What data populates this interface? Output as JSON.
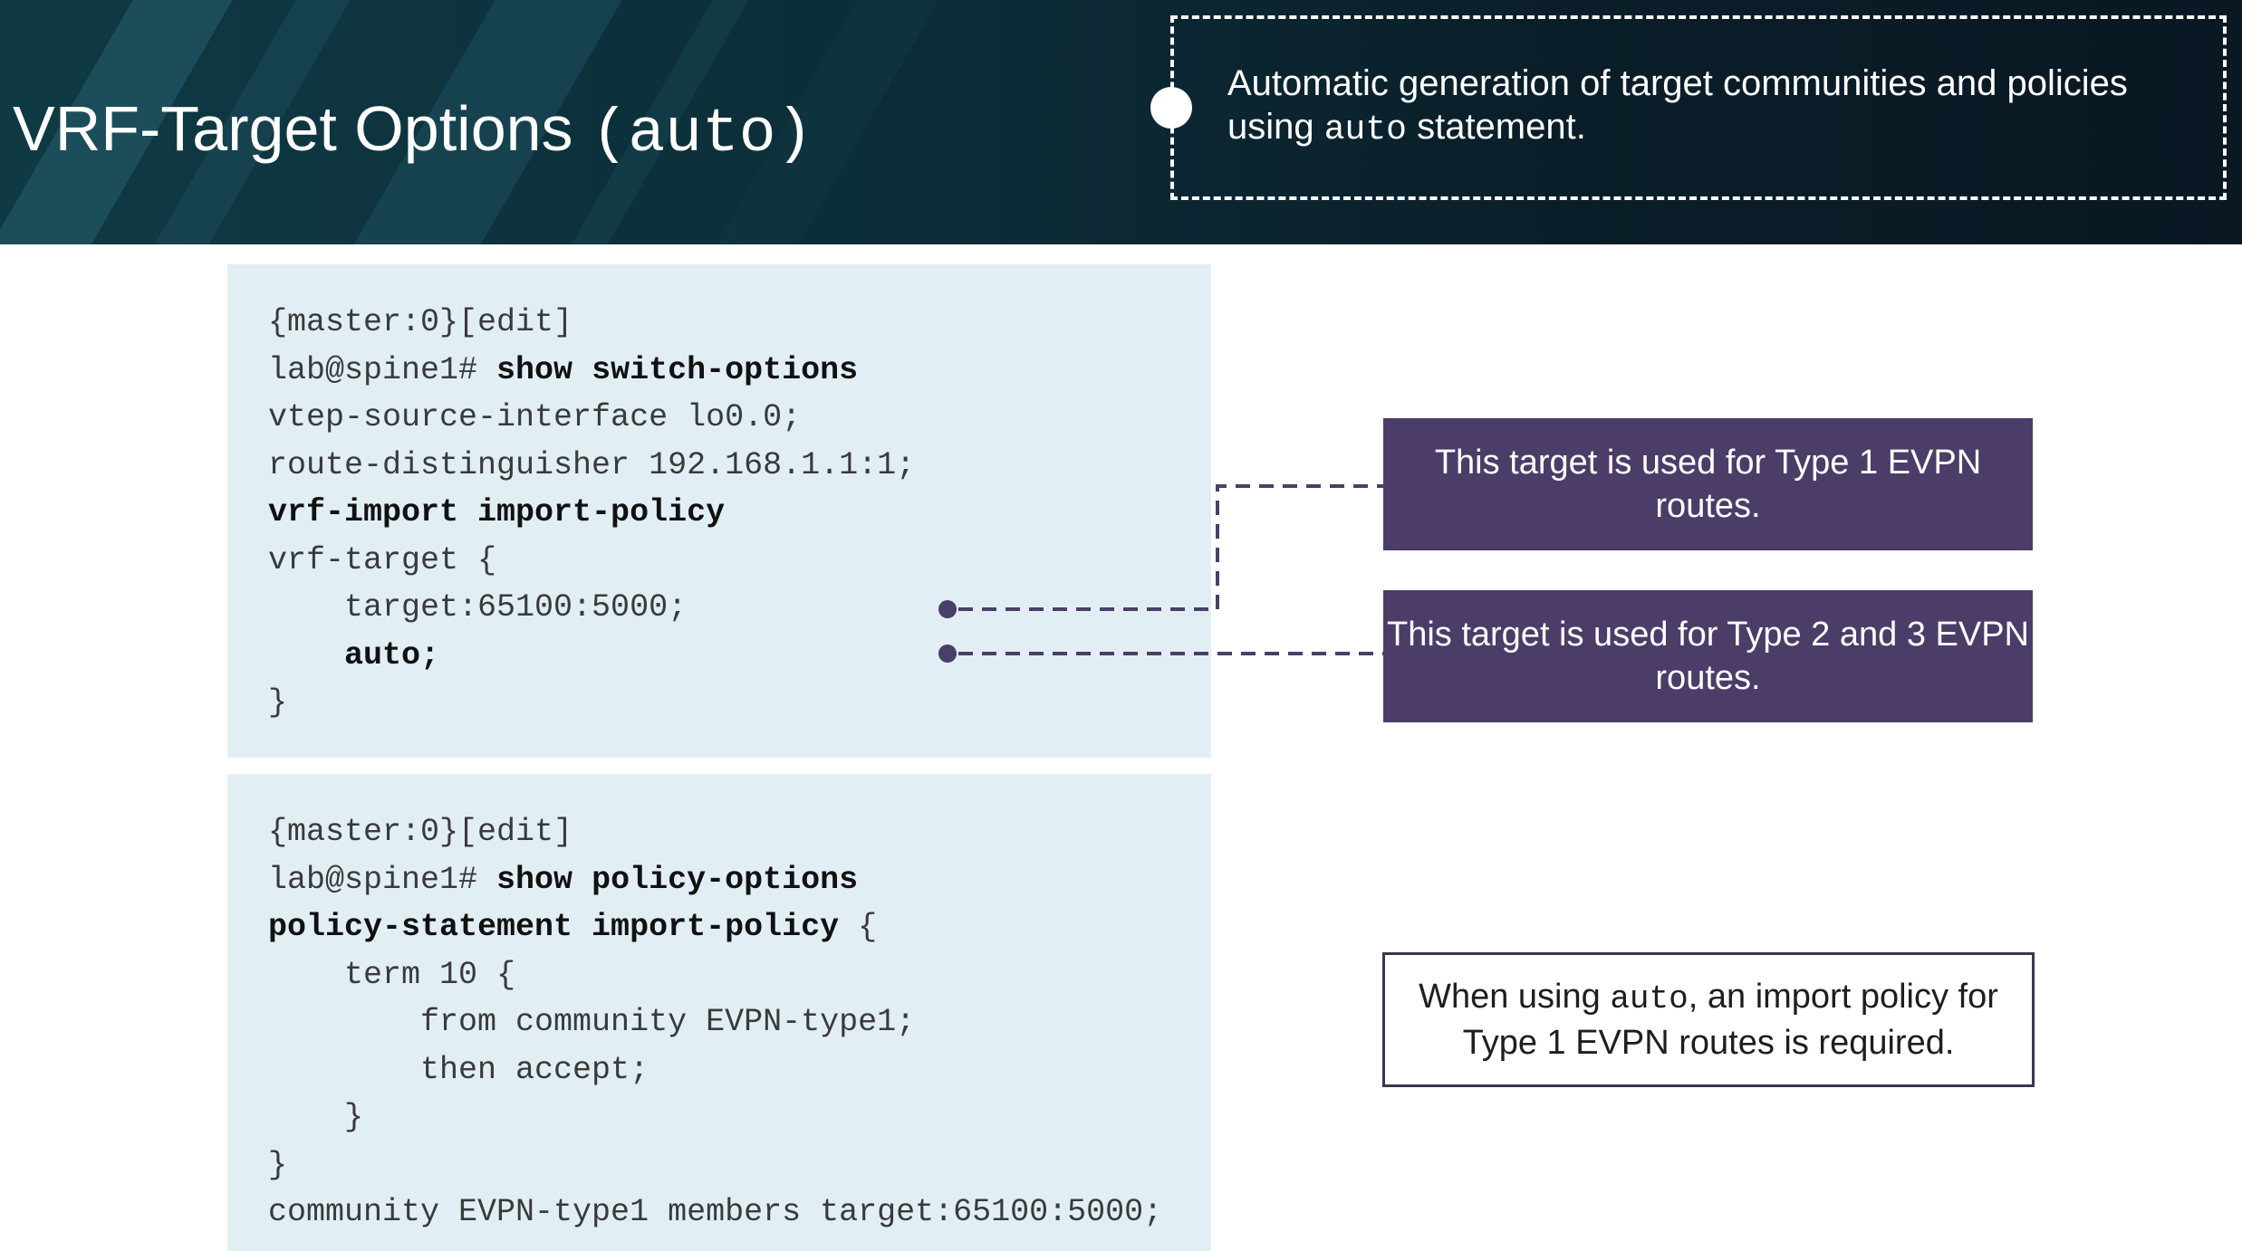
{
  "header": {
    "title": "VRF-Target Options",
    "title_code": "(auto)",
    "callout_pre": "Automatic generation of target communities and policies using ",
    "callout_code": "auto",
    "callout_post": " statement."
  },
  "panel1": {
    "lines": [
      "{master:0}[edit]",
      "lab@spine1# ",
      "show switch-options",
      "vtep-source-interface lo0.0;",
      "route-distinguisher 192.168.1.1:1;",
      "vrf-import import-policy",
      "vrf-target {",
      "    target:65100:5000;",
      "    auto;",
      "}"
    ]
  },
  "panel2": {
    "lines": [
      "{master:0}[edit]",
      "lab@spine1# ",
      "show policy-options",
      "policy-statement import-policy",
      " {",
      "    term 10 {",
      "        from community EVPN-type1;",
      "        then accept;",
      "    }",
      "}",
      "community EVPN-type1 members target:65100:5000;"
    ]
  },
  "notes": {
    "type1": "This target is used for Type 1 EVPN routes.",
    "type23": "This target is used for Type 2 and 3 EVPN routes.",
    "policy_pre": "When using ",
    "policy_code": "auto",
    "policy_post": ", an import policy for Type 1 EVPN routes is required."
  },
  "colors": {
    "header_bg": "#0c2d38",
    "panel_bg": "#e1eff5",
    "note_purple": "#4b3c68",
    "connector": "#4a3f66"
  }
}
